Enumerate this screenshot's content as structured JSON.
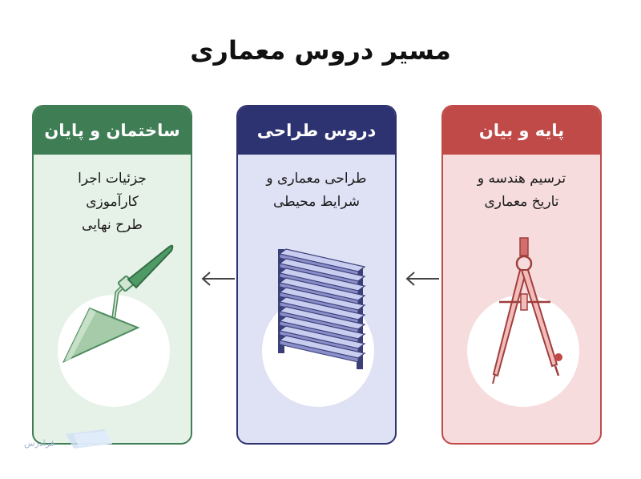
{
  "title": "مسیر دروس معماری",
  "cards": [
    {
      "heading": "ساختمان و پایان",
      "lines": [
        "جزئیات اجرا",
        "کارآموزی",
        "طرح نهایی"
      ],
      "icon": "trowel-icon",
      "head_color": "#3f7d55",
      "body_color": "#e6f1e7"
    },
    {
      "heading": "دروس طراحی",
      "lines": [
        "طراحی معماری و",
        "شرایط محیطی"
      ],
      "icon": "louver-panel-icon",
      "head_color": "#2d3270",
      "body_color": "#dfe1f4"
    },
    {
      "heading": "پایه و بیان",
      "lines": [
        "ترسیم هندسه و",
        "تاریخ معماری"
      ],
      "icon": "drafting-compass-icon",
      "head_color": "#c04a48",
      "body_color": "#f6dcdc"
    }
  ],
  "watermark": "فرادرس"
}
